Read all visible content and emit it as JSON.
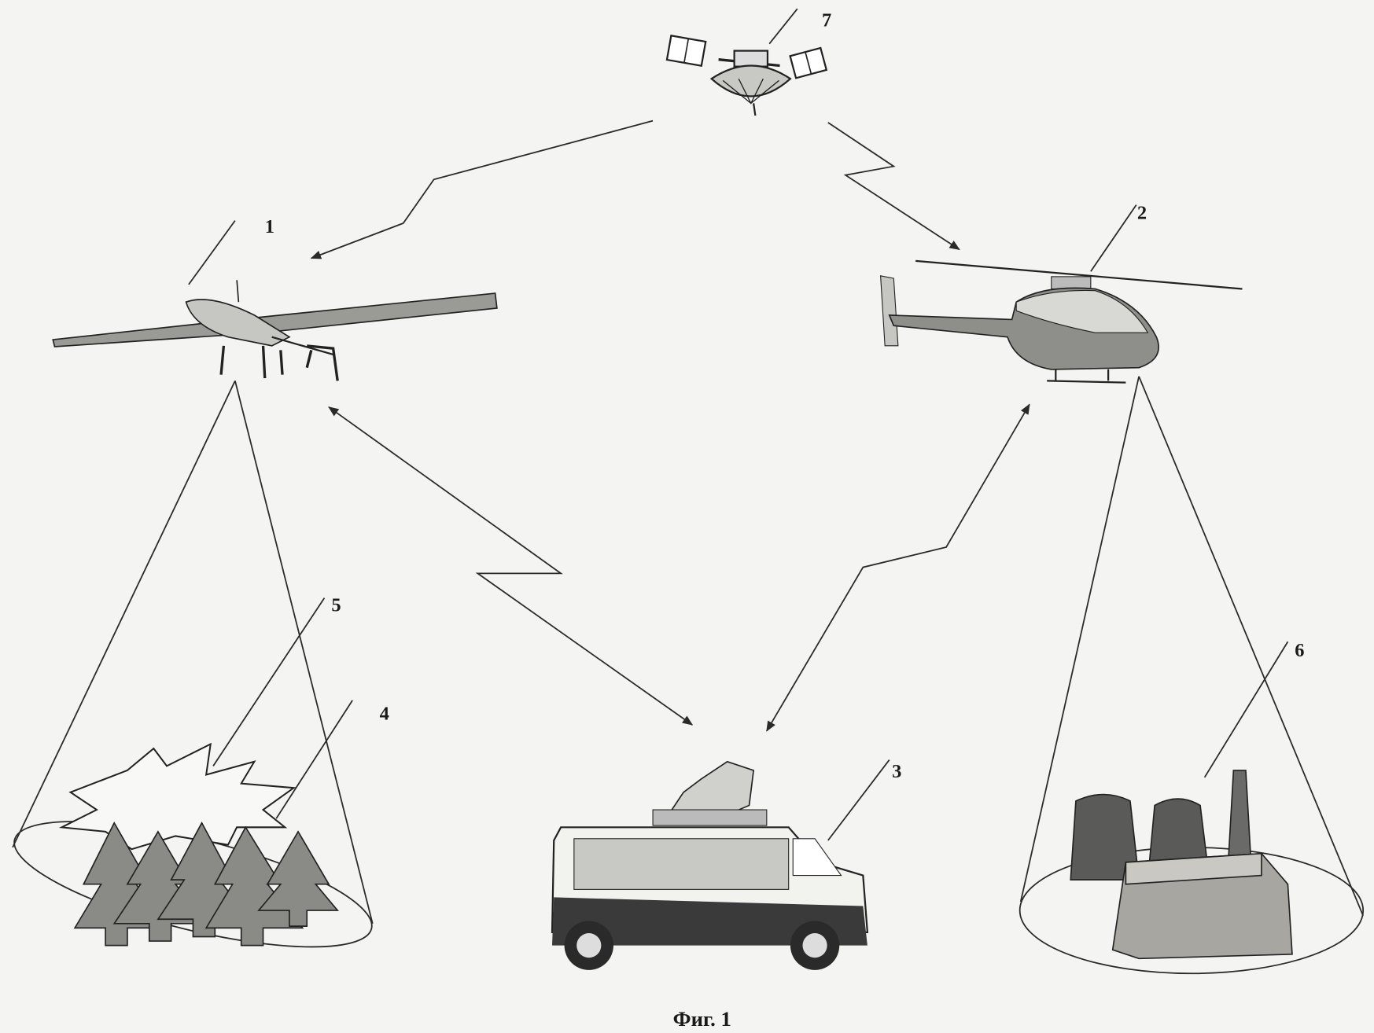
{
  "figure": {
    "caption": "Фиг. 1",
    "labels": {
      "uav": "1",
      "helicopter": "2",
      "ground_station": "3",
      "forest": "4",
      "fire": "5",
      "industrial_site": "6",
      "satellite": "7"
    }
  },
  "colors": {
    "ink": "#2a2a2a",
    "paper": "#f4f4f2",
    "tree_fill": "#8a8a86",
    "building_fill": "#a8a6a0",
    "van_dark": "#3a3a3a"
  }
}
